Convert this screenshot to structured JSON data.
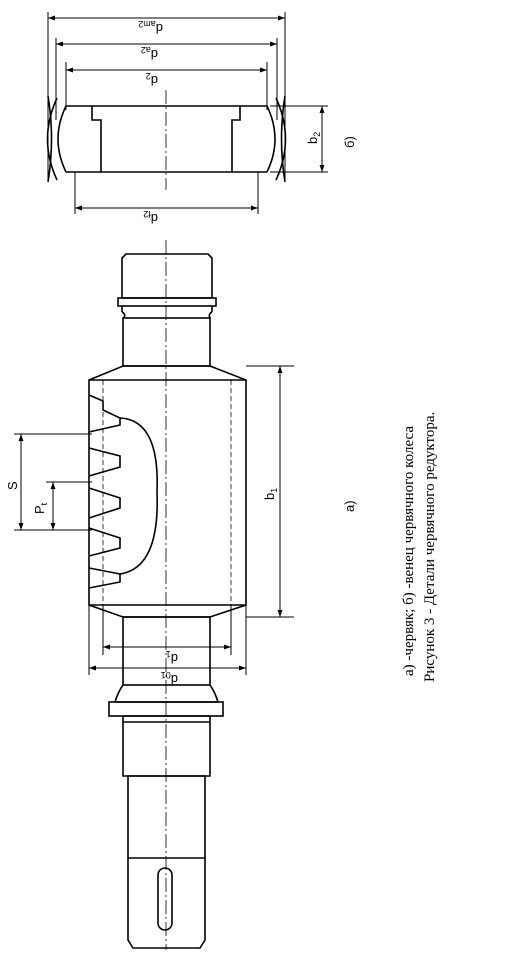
{
  "labels": {
    "dam2": "d",
    "dam2_sub": "am2",
    "da2": "d",
    "da2_sub": "a2",
    "d2": "d",
    "d2_sub": "2",
    "df2": "d",
    "df2_sub": "f2",
    "b2": "b",
    "b2_sub": "2",
    "panel_b": "б)",
    "S": "S",
    "Pt": "P",
    "Pt_sub": "t",
    "b1": "b",
    "b1_sub": "1",
    "panel_a": "а)",
    "d1": "d",
    "d1_sub": "1",
    "d01": "d",
    "d01_sub": "01"
  },
  "caption": {
    "line1": "а) -червяк; б) -венец червячного колеса",
    "line2": "Рисунок 3 - Детали червячного редуктора."
  }
}
